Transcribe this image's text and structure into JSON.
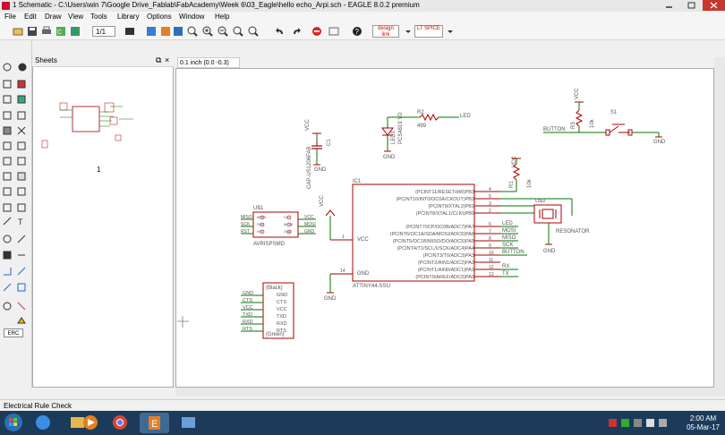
{
  "window": {
    "title": "1 Schematic - C:\\Users\\win 7\\Google Drive_Fablab\\FabAcademy\\Week 6\\03_Eagle\\hello echo_Arpi.sch - EAGLE 8.0.2 premium"
  },
  "menu": [
    "File",
    "Edit",
    "Draw",
    "View",
    "Tools",
    "Library",
    "Options",
    "Window",
    "Help"
  ],
  "toolbar": {
    "sheet_select": "1/1",
    "design_link": "design link",
    "lt_spice": "LT SPICE"
  },
  "sheets_panel": {
    "title": "Sheets",
    "sheet_number": "1"
  },
  "grid_info": "0.1 inch (0.0 -0.3)",
  "left_tools": {
    "erc_label": "ERC"
  },
  "schematic": {
    "vcc": "VCC",
    "gnd": "GND",
    "r2_name": "R2",
    "r2_value": "499",
    "led_net": "LED",
    "led1_name": "LED1",
    "led1_value": "PCS4819 YD",
    "c1_name": "C1",
    "c1_value": "CAP-US1206FAB",
    "ic1_name": "IC1",
    "ic1_value": "ATTINY44-SSU",
    "ic1_pins_right": [
      {
        "label": "(PCINT11/RESET/dW)PB3",
        "num": "4"
      },
      {
        "label": "(PCINT10/INT0/OC0A/CKOUT)PB2",
        "num": "5"
      },
      {
        "label": "(PCINT9/XTAL2)PB1",
        "num": "3"
      },
      {
        "label": "(PCINT8/XTAL1/CLKI)PB0",
        "num": "2"
      },
      {
        "label": "(PCINT7/ICP/OC0B/ADC7)PA7",
        "num": "6"
      },
      {
        "label": "(PCINT6/OC1A/SDA/MOSI/ADC6)PA6",
        "num": "7"
      },
      {
        "label": "(PCINT5/OC1B/MISO/DO/ADC5)PA5",
        "num": "8"
      },
      {
        "label": "(PCINT4/T1/SCL/USCK/ADC4)PA4",
        "num": "9"
      },
      {
        "label": "(PCINT3/T0/ADC3)PA3",
        "num": "10"
      },
      {
        "label": "(PCINT2/AIN1/ADC2)PA2",
        "num": "11"
      },
      {
        "label": "(PCINT1/AIN0/ADC1)PA1",
        "num": "12"
      },
      {
        "label": "(PCINT0/AREF/ADC0)PA0",
        "num": "13"
      }
    ],
    "ic1_net_labels": [
      "LED",
      "MOSI",
      "MISO",
      "SCK",
      "BUTTON",
      "RX",
      "TX"
    ],
    "ic1_vcc_pin": "1",
    "ic1_gnd_pin": "14",
    "r1_name": "R1",
    "r1_value": "10k",
    "r3_name": "R3",
    "r3_value": "10k",
    "s1_name": "S1",
    "button_net": "BUTTON",
    "u3_name": "U$3",
    "u3_value": "RESONATOR",
    "u1_name": "U$1",
    "u1_value": "AVRISPSMD",
    "u1_pins_left": [
      "MISO",
      "SCK",
      "RST"
    ],
    "u1_pins_left_inner": [
      "MISO",
      "SCK",
      "RST"
    ],
    "u1_pins_right_inner": [
      "VCC",
      "MOSI",
      "GND"
    ],
    "u1_nets_right": [
      "VCC",
      "MOSI",
      "GND"
    ],
    "ftdi_top": "(Black)",
    "ftdi_bottom": "(Green)",
    "ftdi_pins": [
      "GND",
      "CTS",
      "VCC",
      "TXD",
      "RXD",
      "RTS"
    ],
    "ftdi_nets": [
      "GND",
      "CTS",
      "VCC",
      "TXD",
      "RXD",
      "RTS"
    ]
  },
  "status": "Electrical Rule Check",
  "taskbar": {
    "time": "2:00 AM",
    "date": "05-Mar-17"
  },
  "colors": {
    "net": "#007700",
    "symbol": "#a00000",
    "text": "#555555"
  }
}
